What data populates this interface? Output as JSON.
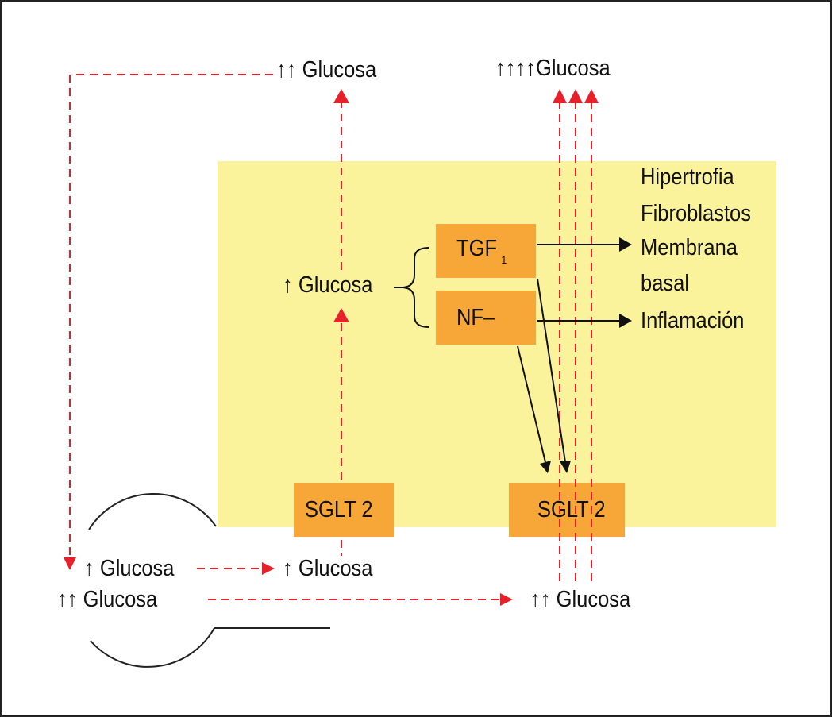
{
  "labels": {
    "glucosa_top_left": "↑↑ Glucosa",
    "glucosa_top_right": "↑↑↑↑Glucosa",
    "glucosa_mid": "↑ Glucosa",
    "glucosa_lumen_1": "↑ Glucosa",
    "glucosa_lumen_2": "↑↑ Glucosa",
    "glucosa_filtered_1": "↑ Glucosa",
    "glucosa_filtered_2": "↑↑ Glucosa"
  },
  "boxes": {
    "tgf": {
      "label": "TGF",
      "subscript": "1"
    },
    "nf": {
      "label": "NF–"
    },
    "sglt2_left": {
      "label": "SGLT 2"
    },
    "sglt2_right": {
      "label": "SGLT 2"
    }
  },
  "effects": {
    "tgf_effects": [
      "Hipertrofia",
      "Fibroblastos",
      "Membrana",
      "basal"
    ],
    "nf_effect": "Inflamación"
  },
  "colors": {
    "panel": "#fbf39b",
    "box": "#f7a638",
    "red_arrow": "#e8202a",
    "black_arrow": "#111111"
  }
}
